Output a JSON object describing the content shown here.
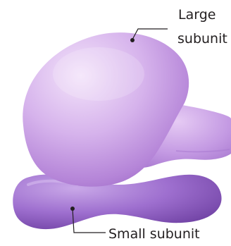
{
  "labels": {
    "large_line1": "Large",
    "large_line2": "subunit",
    "small": "Small subunit"
  },
  "colors": {
    "large_light": "#efd9f7",
    "large_mid": "#c79be3",
    "large_dark": "#9a66c4",
    "small_light": "#c7a5e6",
    "small_mid": "#9c6bcd",
    "small_dark": "#6e3fa3",
    "leader_line": "#231f20",
    "text": "#231f20"
  }
}
